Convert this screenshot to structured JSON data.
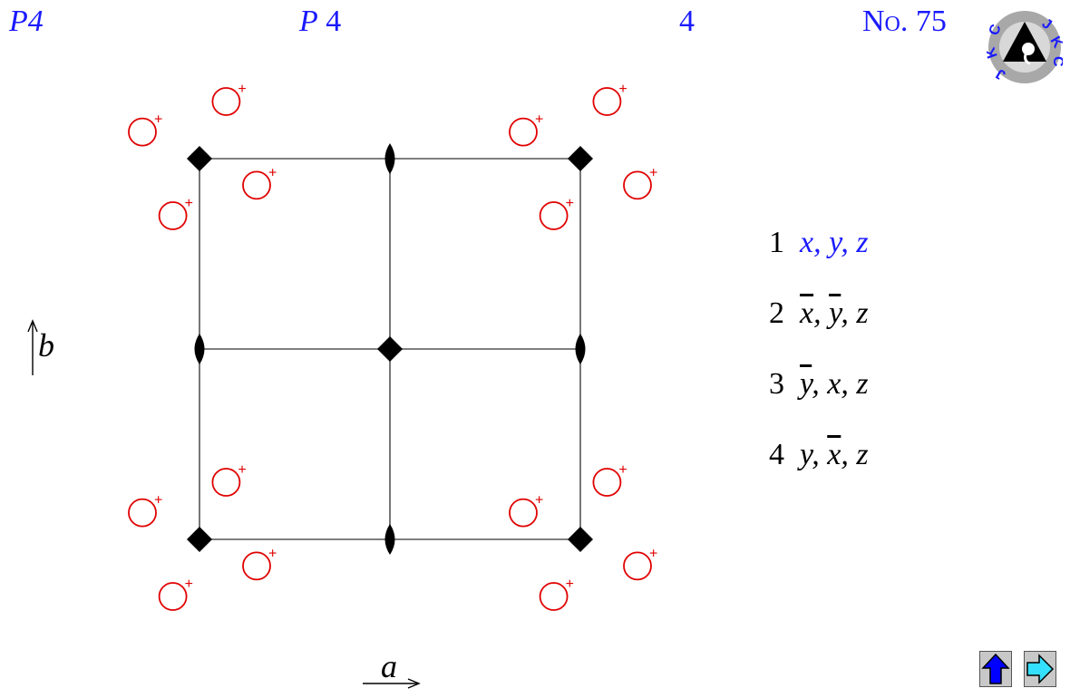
{
  "header": {
    "short_symbol": "P4",
    "full_symbol_letter": "P",
    "full_symbol_rest": "4",
    "point_group": "4",
    "number": "No. 75"
  },
  "logo": {
    "text": "JKC",
    "icon": "jkc-logo-icon"
  },
  "axes": {
    "a_label": "a",
    "b_label": "b"
  },
  "positions": [
    {
      "num": "1",
      "parts": [
        {
          "t": "x"
        },
        {
          "t": ", "
        },
        {
          "t": "y"
        },
        {
          "t": ", "
        },
        {
          "t": "z"
        }
      ]
    },
    {
      "num": "2",
      "parts": [
        {
          "t": "x",
          "bar": true
        },
        {
          "t": ", "
        },
        {
          "t": "y",
          "bar": true
        },
        {
          "t": ", "
        },
        {
          "t": "z"
        }
      ]
    },
    {
      "num": "3",
      "parts": [
        {
          "t": "y",
          "bar": true
        },
        {
          "t": ", "
        },
        {
          "t": "x"
        },
        {
          "t": ", "
        },
        {
          "t": "z"
        }
      ]
    },
    {
      "num": "4",
      "parts": [
        {
          "t": "y"
        },
        {
          "t": ", "
        },
        {
          "t": "x",
          "bar": true
        },
        {
          "t": ", "
        },
        {
          "t": "z"
        }
      ]
    }
  ],
  "symbols": {
    "fourfold": "fourfold-axis-diamond",
    "twofold": "twofold-axis-lens",
    "position_sign": "+"
  },
  "colors": {
    "title": "#1a1aff",
    "circle": "#e00000",
    "grid": "#555555",
    "symbol": "#000000",
    "nav_up": "#0000ff",
    "nav_next": "#33e0ff"
  },
  "nav": {
    "up_icon": "up-arrow-icon",
    "next_icon": "right-arrow-icon"
  }
}
